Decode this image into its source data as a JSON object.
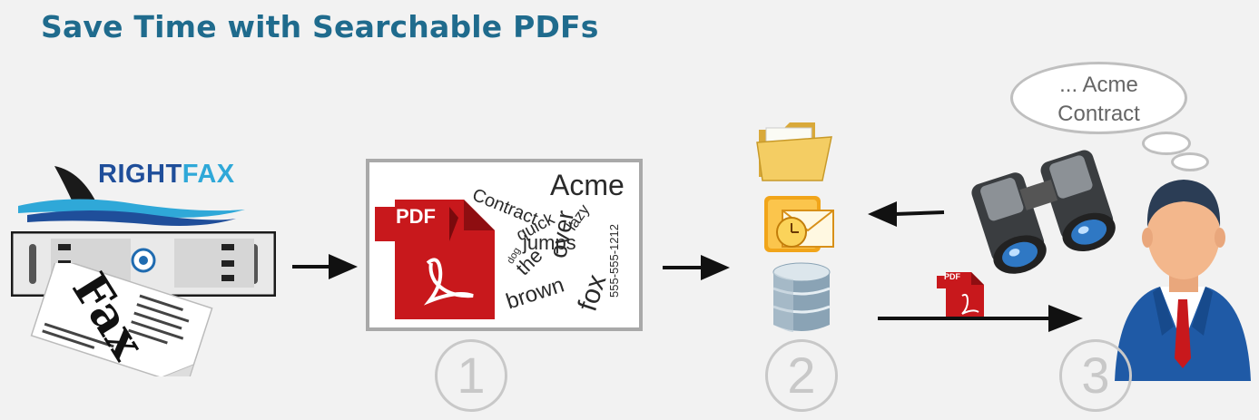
{
  "title": "Save Time with Searchable PDFs",
  "logo": {
    "part1": "RIGHT",
    "part2": "FAX"
  },
  "fax_label": "Fax",
  "pdf_label": "PDF",
  "small_pdf_label": "PDF",
  "word_cloud": {
    "acme": "Acme",
    "contract": "Contract",
    "quick": "quick",
    "lazy": "lazy",
    "jumps": "jumps",
    "dog": "dog",
    "the": "the",
    "over": "over",
    "brown": "brown",
    "fox": "fox",
    "phone": "555-555-1212"
  },
  "thought_bubble": {
    "line1": "... Acme",
    "line2": "Contract"
  },
  "steps": [
    "1",
    "2",
    "3"
  ],
  "colors": {
    "title": "#1f6b8d",
    "logo_dark": "#1f4e9a",
    "logo_light": "#2fa8d8",
    "pdf_red": "#c8181c"
  }
}
